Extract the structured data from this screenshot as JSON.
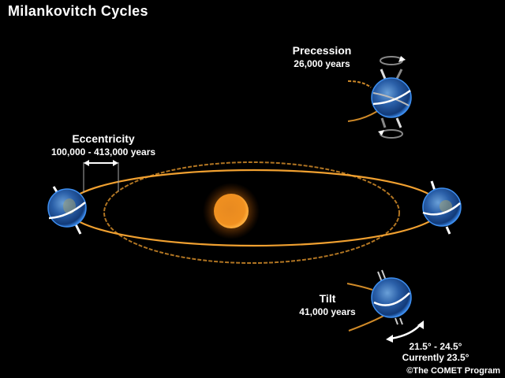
{
  "title": "Milankovitch Cycles",
  "precession": {
    "heading": "Precession",
    "period": "26,000 years"
  },
  "eccentricity": {
    "heading": "Eccentricity",
    "period": "100,000 - 413,000 years"
  },
  "tilt": {
    "heading": "Tilt",
    "period": "41,000 years",
    "range": "21.5° - 24.5°",
    "current": "Currently 23.5°"
  },
  "copyright": "©The COMET Program",
  "colors": {
    "background": "#000000",
    "orbit": "#f0a030",
    "sun": "#f08a10",
    "earth": "#2a6fc4",
    "text": "#ffffff"
  },
  "icons": [
    "sun-icon",
    "earth-icon",
    "orbit-ellipse",
    "double-arrow-icon",
    "rotation-arrow-icon"
  ]
}
